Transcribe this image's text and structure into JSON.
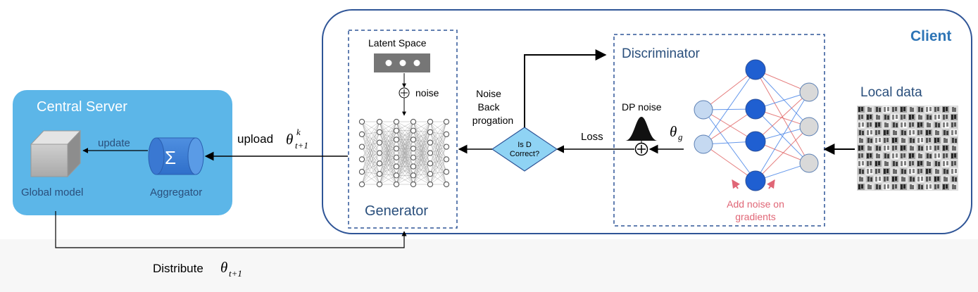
{
  "client": {
    "title": "Client"
  },
  "server": {
    "title": "Central Server",
    "global_model_label": "Global model",
    "aggregator_label": "Aggregator",
    "aggregator_symbol": "Σ",
    "update_label": "update"
  },
  "generator": {
    "latent_space_label": "Latent Space",
    "noise_label": "noise",
    "title": "Generator"
  },
  "feedback": {
    "noise_backprop_line1": "Noise",
    "noise_backprop_line2": "Back",
    "noise_backprop_line3": "progation",
    "decision_line1": "Is D",
    "decision_line2": "Correct?",
    "loss_label": "Loss"
  },
  "discriminator": {
    "title": "Discriminator",
    "dp_noise_label": "DP noise",
    "theta_symbol": "θ",
    "theta_sub": "g",
    "gradient_note_line1": "Add noise on",
    "gradient_note_line2": "gradients"
  },
  "local_data": {
    "title": "Local  data"
  },
  "flows": {
    "upload_label": "upload",
    "upload_theta": "θ",
    "upload_sup": "k",
    "upload_sub": "t+1",
    "distribute_label": "Distribute",
    "distribute_theta": "θ",
    "distribute_sub": "t+1"
  },
  "colors": {
    "server_fill": "#5cb6e8",
    "client_border": "#2f5597",
    "title_blue": "#2e75b6",
    "neuron_light": "#c5d9f1",
    "neuron_dark": "#1f5fd1",
    "neuron_gray": "#d9d9d9",
    "edge_red": "#e06666",
    "edge_blue": "#4a86e8",
    "decision_fill": "#8fd3f4",
    "note_red": "#e06676"
  }
}
